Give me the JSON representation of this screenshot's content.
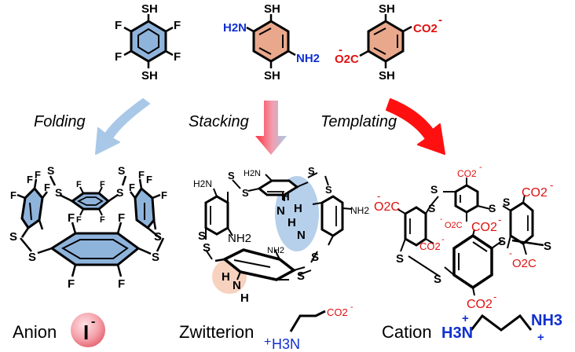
{
  "monomers": {
    "fluoro": {
      "sh_top": "SH",
      "sh_bottom": "SH",
      "f": "F"
    },
    "amino": {
      "sh_top": "SH",
      "sh_bottom": "SH",
      "nh2_left": "H2N",
      "nh2_right": "NH2"
    },
    "carboxy": {
      "sh_top": "SH",
      "sh_bottom": "SH",
      "co2_right": "CO2",
      "co2_left": "O2C",
      "charge": "-"
    }
  },
  "arrows": {
    "folding": "Folding",
    "stacking": "Stacking",
    "templating": "Templating"
  },
  "captions": {
    "anion": "Anion",
    "anion_ion": "I",
    "zwitterion": "Zwitterion",
    "cation": "Cation"
  },
  "labels": {
    "s": "S",
    "f": "F",
    "h": "H",
    "n": "N",
    "nh2": "NH2",
    "h2n": "H2N",
    "co2": "CO2",
    "o2c": "O2C",
    "h3n": "H3N",
    "nh3": "NH3",
    "plus": "+",
    "minus": "-"
  },
  "colors": {
    "blue_ring": "#8fb4dc",
    "salmon_ring": "#e9a88c",
    "amine_blue": "#1030d0",
    "carboxy_red": "#e01010",
    "arrow_blue": "#a9c8e8",
    "arrow_red": "#ff1010",
    "iodide_pink": "#f4a0a8"
  }
}
